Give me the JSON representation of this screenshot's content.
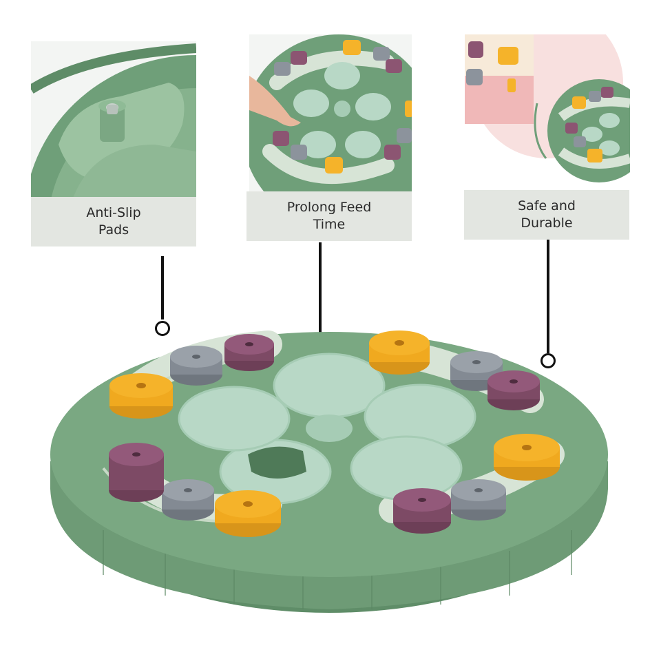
{
  "callouts": [
    {
      "line1": "Anti-Slip",
      "line2": "Pads"
    },
    {
      "line1": "Prolong Feed",
      "line2": "Time"
    },
    {
      "line1": "Safe and",
      "line2": "Durable"
    }
  ],
  "colors": {
    "base_green": "#7aa882",
    "dark_green": "#5f8d68",
    "track": "#d7e4d6",
    "petal": "#b8d8c6",
    "orange_cap": "#f5b32a",
    "purple_cap": "#8c5572",
    "gray_cap": "#8c939c",
    "pink": "#f0b8b8"
  }
}
